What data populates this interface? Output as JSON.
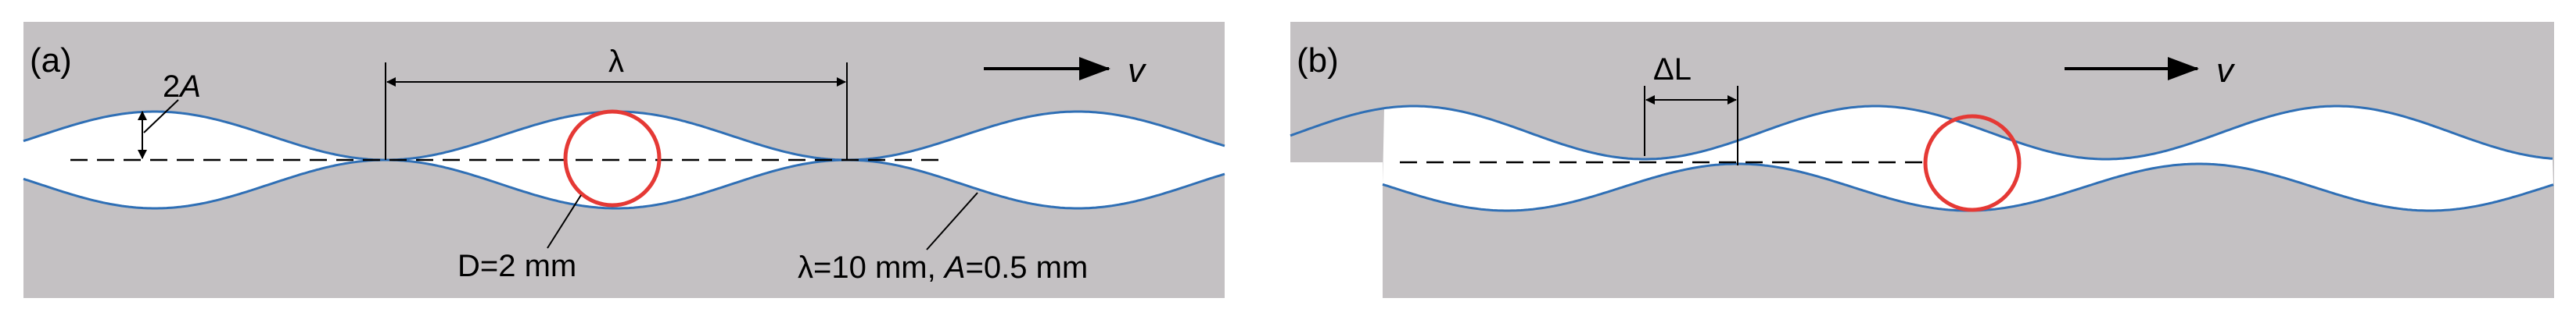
{
  "colors": {
    "wall": "#c4c1c3",
    "channel": "#ffffff",
    "wave": "#2f6fb5",
    "particle": "#e53935",
    "ink": "#000000"
  },
  "panel_a": {
    "tag": "(a)",
    "amplitude_label": {
      "prefix": "2",
      "symbol": "A"
    },
    "wavelength_label": "λ",
    "velocity_label": "v",
    "diameter_label": "D=2 mm",
    "params_label": {
      "lambda_part": "λ=10 mm, ",
      "a_symbol": "A",
      "a_value": "=0.5 mm"
    }
  },
  "panel_b": {
    "tag": "(b)",
    "offset_label": "ΔL",
    "velocity_label": "v"
  }
}
